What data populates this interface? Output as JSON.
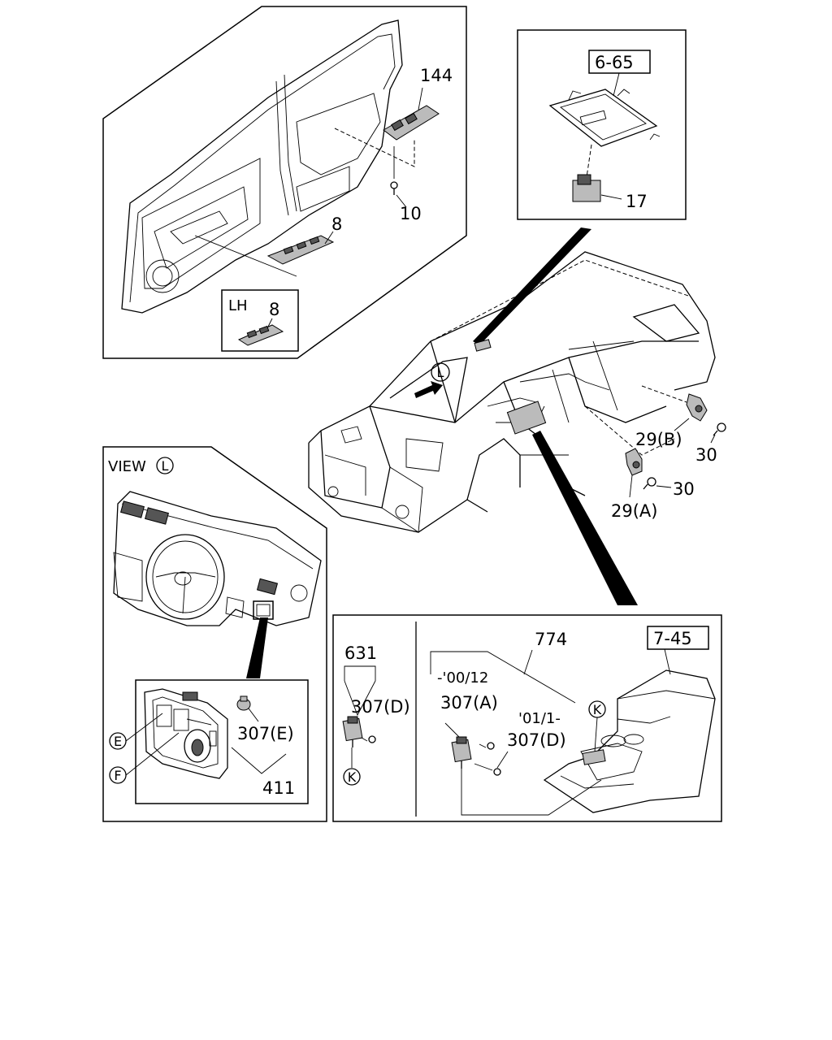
{
  "labels": {
    "door_switch_main": "144",
    "door_screw": "10",
    "door_switch_8": "8",
    "lh_tag": "LH",
    "lh_part": "8",
    "roof_ref": "6-65",
    "roof_part": "17",
    "door_sw_b": "29(B)",
    "door_sw_a": "29(A)",
    "bolt_b": "30",
    "bolt_a": "30",
    "view_prefix": "VIEW",
    "view_circle": "L",
    "body_arrow_circle": "L",
    "circle_e": "E",
    "circle_f": "F",
    "dash_bulb": "307(E)",
    "dash_panel": "411",
    "left_group": "631",
    "left_switch": "307(D)",
    "left_circle_k": "K",
    "console_group": "774",
    "console_ref": "7-45",
    "date_early": "-'00/12",
    "switch_a": "307(A)",
    "date_late": "'01/1-",
    "switch_d": "307(D)",
    "console_circle_k": "K"
  }
}
